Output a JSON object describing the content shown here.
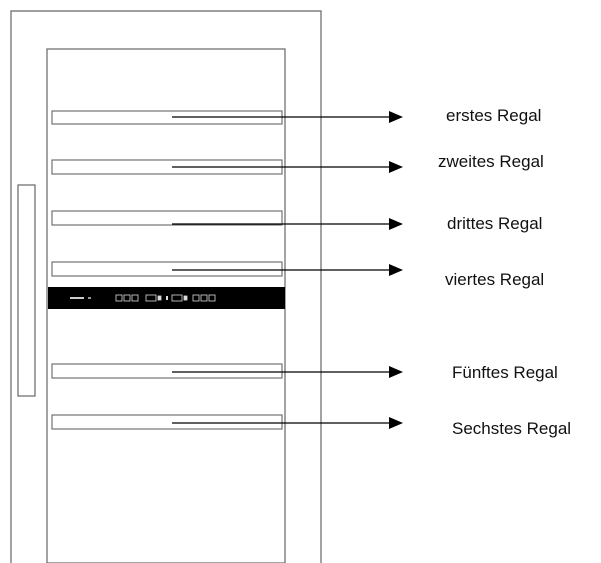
{
  "diagram": {
    "shelves": [
      {
        "label": "erstes Regal"
      },
      {
        "label": "zweites Regal"
      },
      {
        "label": "drittes Regal"
      },
      {
        "label": "viertes Regal"
      },
      {
        "label": "Fünftes Regal"
      },
      {
        "label": "Sechstes Regal"
      }
    ],
    "colors": {
      "stroke": "#666666",
      "control_panel": "#000000",
      "arrow": "#000000",
      "background": "#ffffff"
    }
  }
}
